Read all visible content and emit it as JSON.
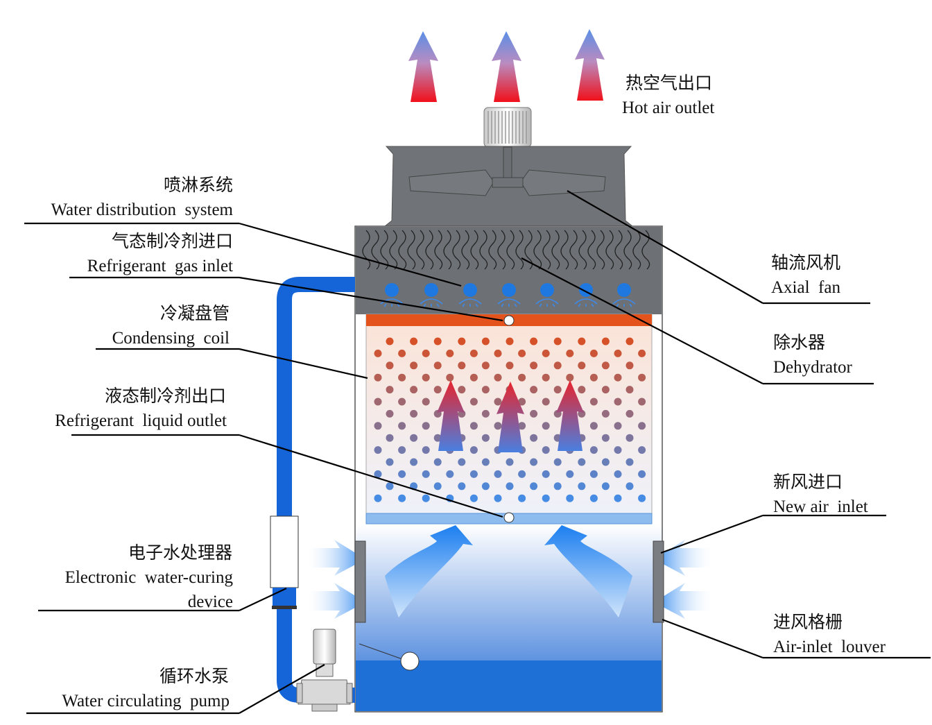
{
  "title": "Evaporative condenser structure diagram",
  "labels": {
    "hot_air_outlet": {
      "zh": "热空气出口",
      "en": "Hot air outlet"
    },
    "water_distribution": {
      "zh": "喷淋系统",
      "en": "Water distribution  system"
    },
    "gas_inlet": {
      "zh": "气态制冷剂进口",
      "en": "Refrigerant  gas inlet"
    },
    "condensing_coil": {
      "zh": "冷凝盘管",
      "en": "Condensing  coil"
    },
    "liquid_outlet": {
      "zh": "液态制冷剂出口",
      "en": "Refrigerant  liquid outlet"
    },
    "water_curing": {
      "zh": "电子水处理器",
      "en": "Electronic  water-curing",
      "en2": "device"
    },
    "pump": {
      "zh": "循环水泵",
      "en": "Water circulating  pump"
    },
    "axial_fan": {
      "zh": "轴流风机",
      "en": "Axial  fan"
    },
    "dehydrator": {
      "zh": "除水器",
      "en": "Dehydrator"
    },
    "new_air_inlet": {
      "zh": "新风进口",
      "en": "New air  inlet"
    },
    "louver": {
      "zh": "进风格栅",
      "en": "Air-inlet  louver"
    }
  },
  "colors": {
    "water_blue": "#1e6fd6",
    "pipe_blue": "#1565d8",
    "hot_red": "#e8202a",
    "coil_orange": "#e5531c",
    "housing_gray": "#707377"
  }
}
